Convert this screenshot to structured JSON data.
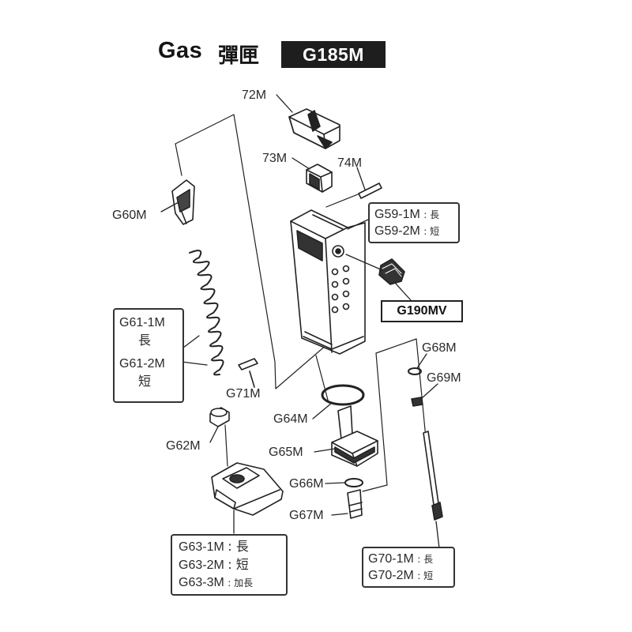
{
  "title": {
    "gas": "Gas",
    "cn": "彈匣",
    "model": "G185M"
  },
  "labels": {
    "p72": "72M",
    "p73": "73M",
    "p74": "74M",
    "g60": "G60M",
    "g71": "G71M",
    "g62": "G62M",
    "g64": "G64M",
    "g65": "G65M",
    "g66": "G66M",
    "g67": "G67M",
    "g68": "G68M",
    "g69": "G69M",
    "g190": "G190MV"
  },
  "boxes": {
    "g59": {
      "line1": "G59-1M",
      "line1_note": ": 長",
      "line2": "G59-2M",
      "line2_note": ": 短"
    },
    "g61": {
      "line1": "G61-1M",
      "line1_note": "長",
      "line2": "G61-2M",
      "line2_note": "短"
    },
    "g63": {
      "line1": "G63-1M",
      "line1_note": ": 長",
      "line2": "G63-2M",
      "line2_note": ": 短",
      "line3": "G63-3M",
      "line3_note": ": 加長"
    },
    "g70": {
      "line1": "G70-1M",
      "line1_note": ": 長",
      "line2": "G70-2M",
      "line2_note": ": 短"
    }
  }
}
